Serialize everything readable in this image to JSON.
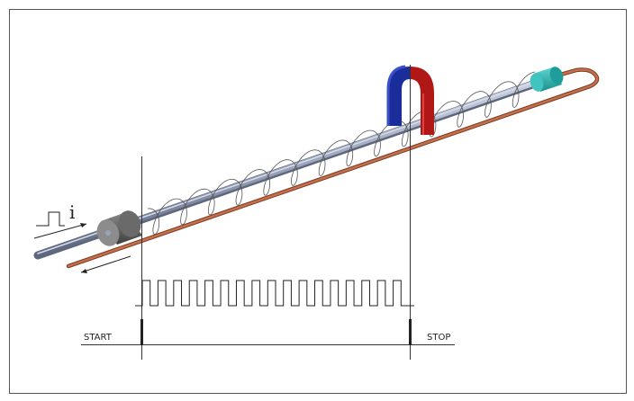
{
  "labels": {
    "start": "START",
    "stop": "STOP",
    "current": "i"
  },
  "pulse_count": 17,
  "colors": {
    "rod": "#9aa3b8",
    "wire": "#b5603f",
    "magnet_north": "#1b2d9a",
    "magnet_south": "#b01818",
    "end_cap": "#2bb3b0",
    "head": "#5a5a5a"
  }
}
